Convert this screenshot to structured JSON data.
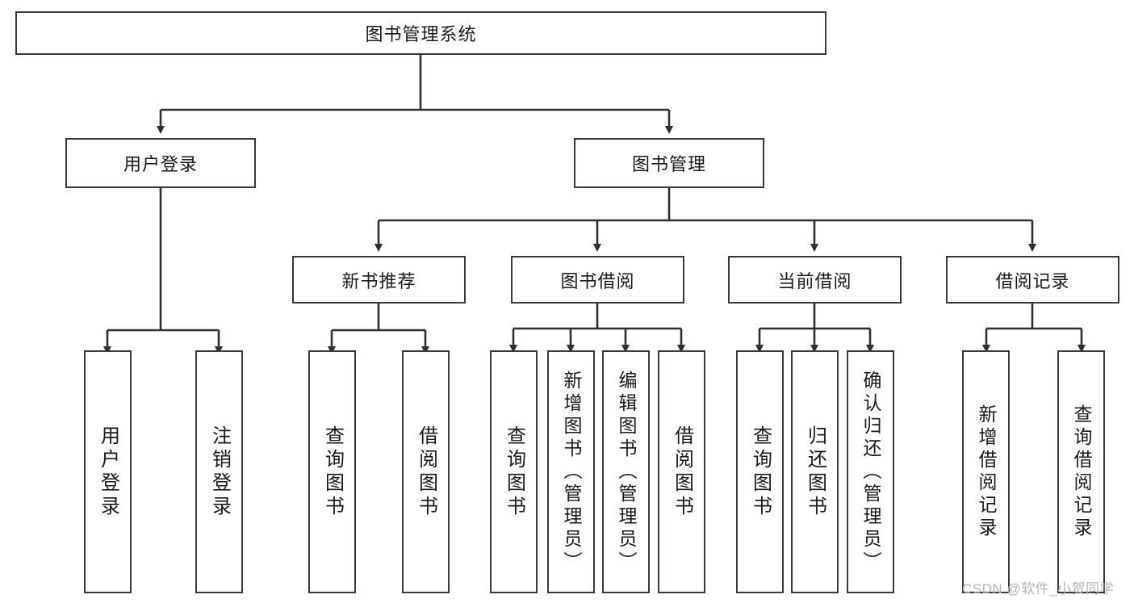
{
  "diagram": {
    "title": "图书管理系统",
    "type": "tree",
    "orientation": "top-down",
    "line_color": "#3a3a3a",
    "box_fill": "#ffffff",
    "text_color": "#1a1a1a"
  },
  "nodes": {
    "root": {
      "label": "图书管理系统",
      "level": 1
    },
    "level2": [
      {
        "id": "user_login",
        "label": "用户登录"
      },
      {
        "id": "book_manage",
        "label": "图书管理"
      }
    ],
    "level3": [
      {
        "id": "new_book_rec",
        "label": "新书推荐",
        "parent": "book_manage"
      },
      {
        "id": "book_borrow",
        "label": "图书借阅",
        "parent": "book_manage"
      },
      {
        "id": "current_borrow",
        "label": "当前借阅",
        "parent": "book_manage"
      },
      {
        "id": "borrow_record",
        "label": "借阅记录",
        "parent": "book_manage"
      }
    ],
    "leaves": [
      {
        "id": "leaf_user_login",
        "label": "用户登录",
        "parent": "user_login"
      },
      {
        "id": "leaf_logout",
        "label": "注销登录",
        "parent": "user_login"
      },
      {
        "id": "leaf_query_book_1",
        "label": "查询图书",
        "parent": "new_book_rec"
      },
      {
        "id": "leaf_borrow_book_1",
        "label": "借阅图书",
        "parent": "new_book_rec"
      },
      {
        "id": "leaf_query_book_2",
        "label": "查询图书",
        "parent": "book_borrow"
      },
      {
        "id": "leaf_add_book",
        "label": "新增图书（管理员）",
        "parent": "book_borrow"
      },
      {
        "id": "leaf_edit_book",
        "label": "编辑图书（管理员）",
        "parent": "book_borrow"
      },
      {
        "id": "leaf_borrow_book_2",
        "label": "借阅图书",
        "parent": "book_borrow"
      },
      {
        "id": "leaf_query_book_3",
        "label": "查询图书",
        "parent": "current_borrow"
      },
      {
        "id": "leaf_return_book",
        "label": "归还图书",
        "parent": "current_borrow"
      },
      {
        "id": "leaf_confirm_return",
        "label": "确认归还（管理员）",
        "parent": "current_borrow"
      },
      {
        "id": "leaf_add_record",
        "label": "新增借阅记录",
        "parent": "borrow_record"
      },
      {
        "id": "leaf_query_record",
        "label": "查询借阅记录",
        "parent": "borrow_record"
      }
    ]
  },
  "watermark": {
    "text": "CSDN @软件_小贺同学"
  }
}
